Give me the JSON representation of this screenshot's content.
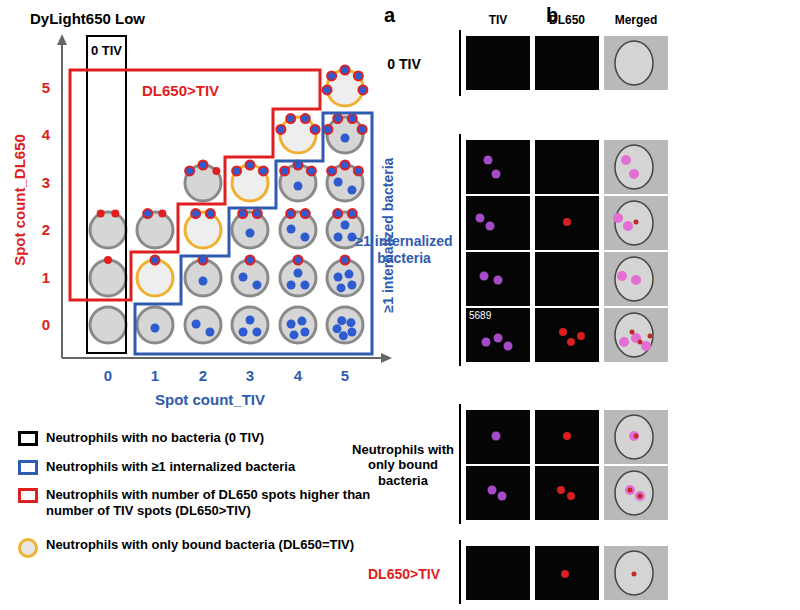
{
  "diagram": {
    "nodes": [
      {
        "text": [
          "0 TIV"
        ]
      },
      {
        "text": [
          "DL650>TIV"
        ]
      },
      {
        "text": [
          "≥1 internalized bacteria"
        ]
      }
    ],
    "labels": [
      "a",
      "DyLight650 Low",
      "Spot count_DL650",
      "5",
      "4",
      "3",
      "2",
      "1",
      "0",
      "0",
      "1",
      "2",
      "3",
      "4",
      "5",
      "Spot count_TIV",
      "b",
      "TIV",
      "DL650",
      "Merged",
      "0 TIV",
      "≥1 internalized bacteria",
      "5689",
      "Neutrophils with only bound bacteria",
      "DL650>TIV"
    ],
    "legend": [
      {
        "text": "Neutrophils with no bacteria (0 TIV)",
        "color": "#000000"
      },
      {
        "text": "Neutrophils with ≥1 internalized bacteria",
        "color": "#2f5bb0"
      },
      {
        "text": "Neutrophils with number of DL650 spots higher than number of TIV spots (DL650>TIV)",
        "color": "#e02020"
      },
      {
        "text": "Neutrophils with only bound bacteria (DL650=TIV)",
        "color": "#f0b030"
      }
    ]
  }
}
